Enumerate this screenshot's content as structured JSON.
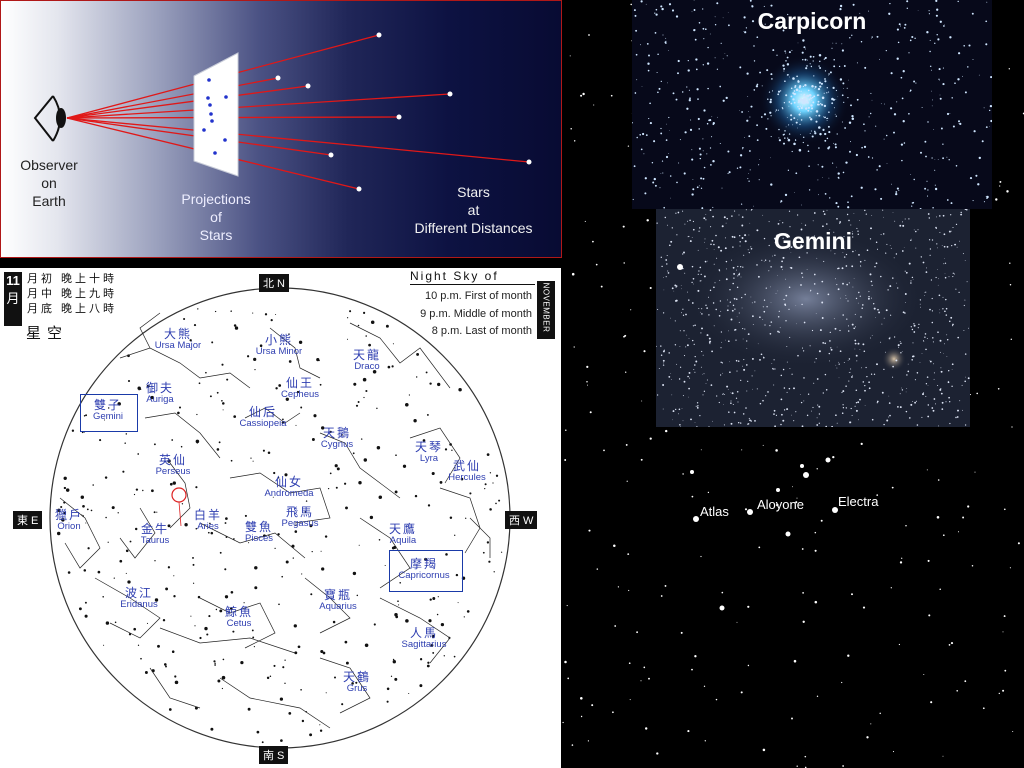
{
  "diagram": {
    "observer": [
      "Observer",
      "on",
      "Earth"
    ],
    "projections": [
      "Projections",
      "of",
      "Stars"
    ],
    "stars": [
      "Stars",
      "at",
      "Different Distances"
    ]
  },
  "chart": {
    "zh_time_lines": [
      "月初  晚上十時",
      "月中  晚上九時",
      "月底  晚上八時"
    ],
    "month_number": "11",
    "month_char": "月",
    "sky_title_zh": "星空",
    "title": "Night Sky of",
    "times": [
      "10 p.m. First of month",
      "9 p.m. Middle of month",
      "8 p.m. Last of month"
    ],
    "month_en": "NOVEMBER",
    "directions": {
      "north": "北 N",
      "east": "東 E",
      "west": "西 W",
      "south": "南 S"
    },
    "constellations": [
      {
        "zh": "大熊",
        "en": "Ursa Major"
      },
      {
        "zh": "小熊",
        "en": "Ursa Minor"
      },
      {
        "zh": "天龍",
        "en": "Draco"
      },
      {
        "zh": "御夫",
        "en": "Auriga"
      },
      {
        "zh": "仙王",
        "en": "Cepheus"
      },
      {
        "zh": "雙子",
        "en": "Gemini"
      },
      {
        "zh": "仙后",
        "en": "Cassiopeia"
      },
      {
        "zh": "天鵝",
        "en": "Cygnus"
      },
      {
        "zh": "天琴",
        "en": "Lyra"
      },
      {
        "zh": "英仙",
        "en": "Perseus"
      },
      {
        "zh": "武仙",
        "en": "Hercules"
      },
      {
        "zh": "仙女",
        "en": "Andromeda"
      },
      {
        "zh": "獵戶",
        "en": "Orion"
      },
      {
        "zh": "白羊",
        "en": "Aries"
      },
      {
        "zh": "飛馬",
        "en": "Pegasus"
      },
      {
        "zh": "金牛",
        "en": "Taurus"
      },
      {
        "zh": "雙魚",
        "en": "Pisces"
      },
      {
        "zh": "天鷹",
        "en": "Aquila"
      },
      {
        "zh": "摩羯",
        "en": "Capricornus"
      },
      {
        "zh": "波江",
        "en": "Eridanus"
      },
      {
        "zh": "寶瓶",
        "en": "Aquarius"
      },
      {
        "zh": "鯨魚",
        "en": "Cetus"
      },
      {
        "zh": "人馬",
        "en": "Sagittarius"
      },
      {
        "zh": "天鶴",
        "en": "Grus"
      }
    ]
  },
  "photos": {
    "capricorn_title": "Carpicorn",
    "gemini_title": "Gemini",
    "pleiades": {
      "atlas": "Atlas",
      "alcyone": "Aloyone",
      "electra": "Electra"
    }
  },
  "colors": {
    "ray_red": "#e01818",
    "chart_blue": "#2e3eb0",
    "frame_red": "#b01818"
  }
}
